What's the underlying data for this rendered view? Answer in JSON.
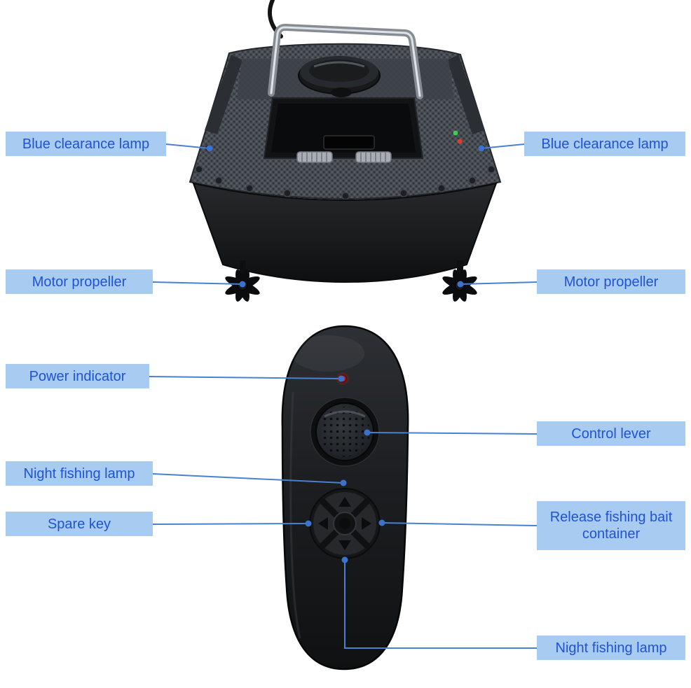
{
  "colors": {
    "background": "#ffffff",
    "label_bg": "#a8cbf1",
    "label_text": "#2053d4",
    "connector": "#4a80d2",
    "dot": "#3b72cc"
  },
  "labels": {
    "blue_clearance_lamp_left": "Blue clearance lamp",
    "blue_clearance_lamp_right": "Blue clearance lamp",
    "motor_propeller_left": "Motor propeller",
    "motor_propeller_right": "Motor propeller",
    "power_indicator": "Power indicator",
    "control_lever": "Control lever",
    "night_fishing_lamp_left": "Night fishing lamp",
    "spare_key": "Spare key",
    "release_fishing_bait_container": "Release fishing bait container",
    "night_fishing_lamp_bottom": "Night fishing lamp"
  }
}
